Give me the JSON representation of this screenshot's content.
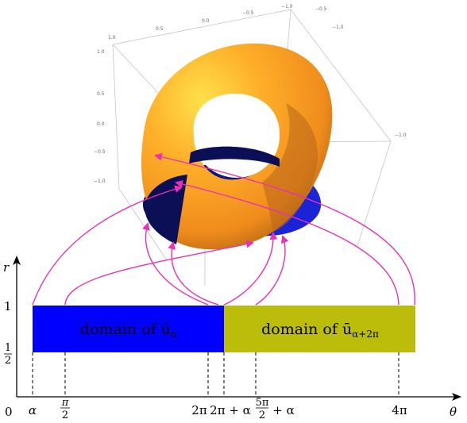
{
  "figure": {
    "plot3d": {
      "ticks_top_left": [
        "1.0",
        "0.5",
        "0.0",
        "−0.5",
        "−1.0"
      ],
      "ticks_top_right": [
        "−0.5",
        "−1.0"
      ],
      "ticks_left": [
        "1.0",
        "0.5",
        "0.0",
        "−0.5",
        "−1.0"
      ],
      "ticks_right": [
        "−1.0"
      ],
      "colors": {
        "surface": "#f3a11e",
        "surface_light": "#ffd84a",
        "surface_dark": "#a45d12",
        "disk_dark": "#0b0f55",
        "disk_blue": "#1a24d6"
      }
    },
    "arrow_color": "#ec2fb8",
    "domains": [
      {
        "label_text": "domain of ",
        "symbol": "ū",
        "subscript": "α",
        "color": "#0000ff",
        "text_color": "#dde3ff"
      },
      {
        "label_text": "domain of ",
        "symbol": "ū",
        "subscript": "α+2π",
        "color": "#bcbd0a",
        "text_color": "#000000"
      }
    ],
    "axes": {
      "r_label": "r",
      "theta_label": "θ",
      "origin_label": "0",
      "r_ticks": {
        "one": "1",
        "half_num": "1",
        "half_den": "2"
      }
    },
    "theta_ticks": {
      "alpha": "α",
      "pi_half_num": "π",
      "pi_half_den": "2",
      "two_pi": "2π",
      "two_pi_alpha": "2π + α",
      "five_pi_half_num": "5π",
      "five_pi_half_den": "2",
      "five_pi_half_suffix": "+ α",
      "four_pi": "4π"
    }
  }
}
